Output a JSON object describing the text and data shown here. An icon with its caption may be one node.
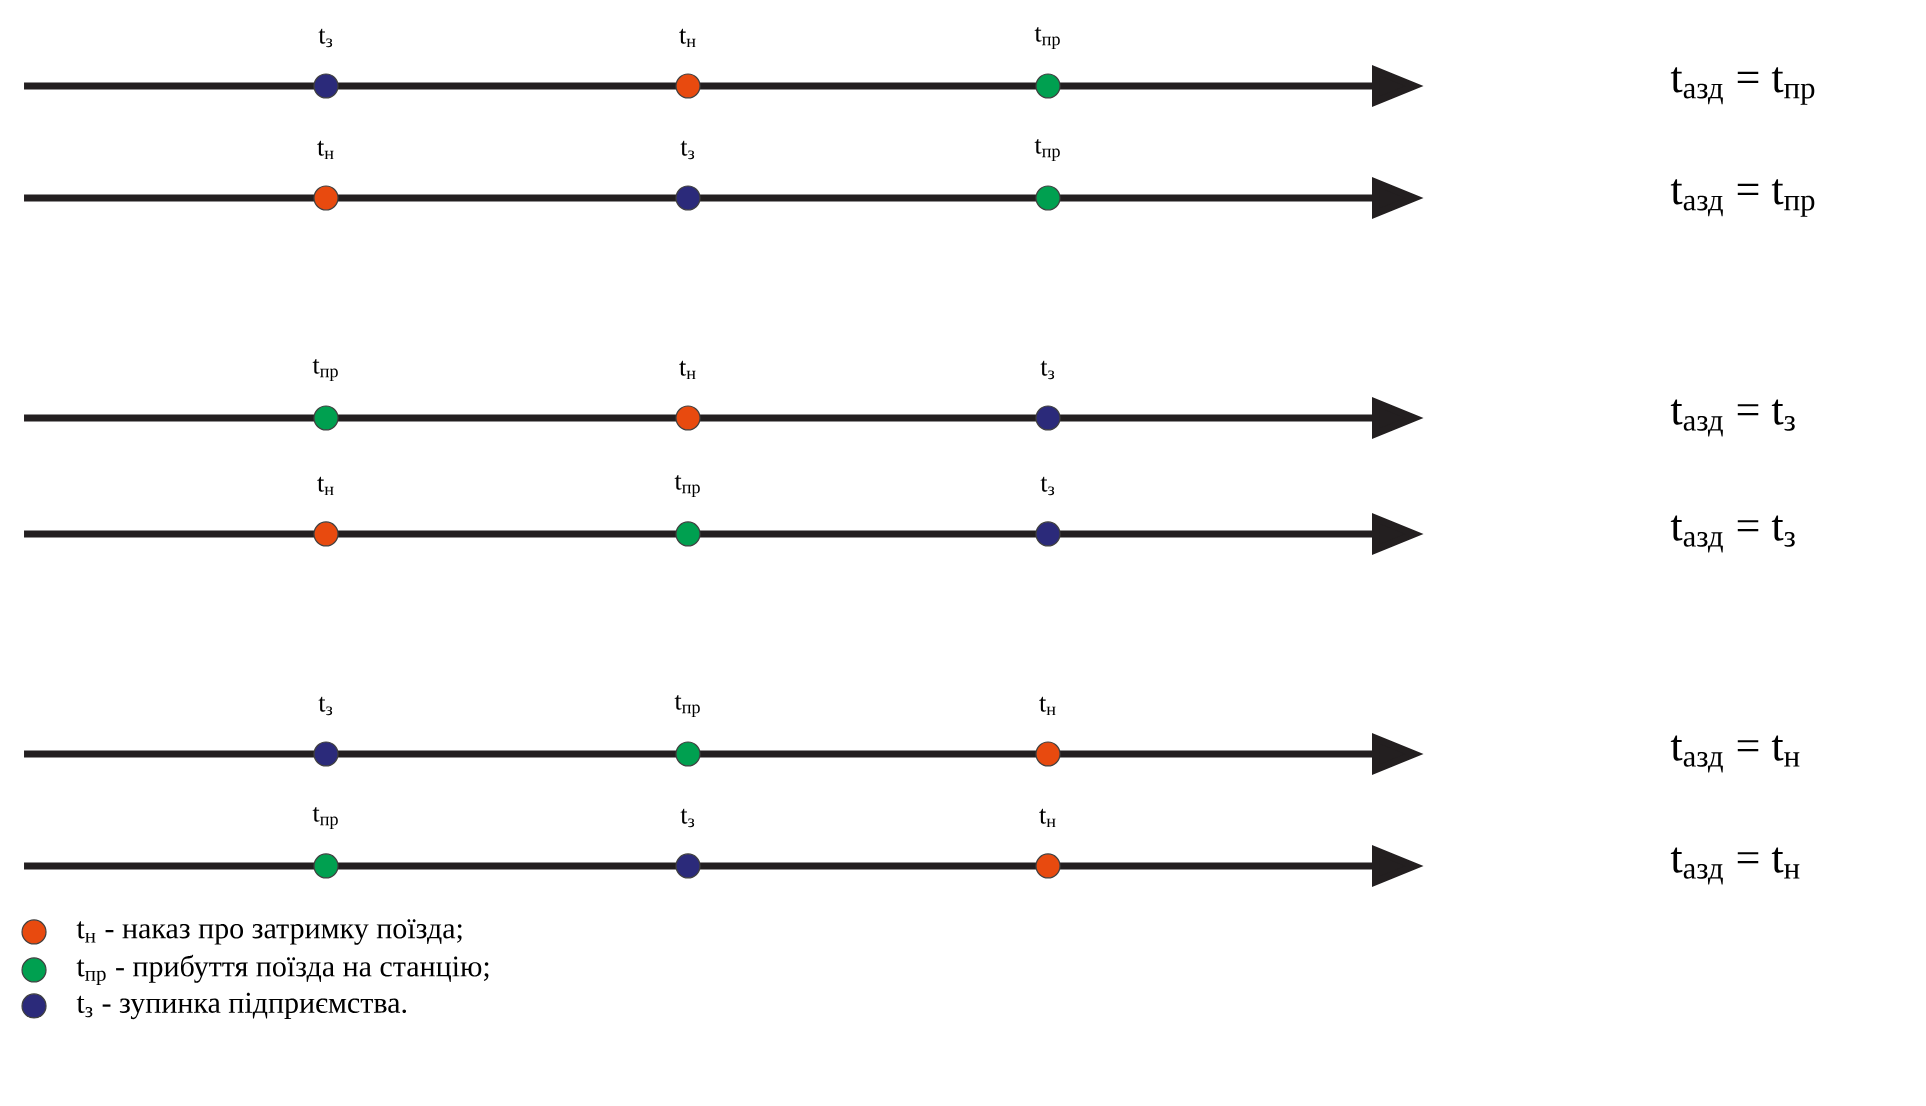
{
  "diagram": {
    "labels": [
      "t$_{з}$",
      "t$_{н}$",
      "t$_{пр}$",
      "t$_{азд}$ = t$_{пр}$",
      "t$_{н}$",
      "t$_{з}$",
      "t$_{пр}$",
      "t$_{азд}$ = t$_{пр}$",
      "t$_{пр}$",
      "t$_{н}$",
      "t$_{з}$",
      "t$_{азд}$ = t$_{з}$",
      "t$_{н}$",
      "t$_{пр}$",
      "t$_{з}$",
      "t$_{азд}$ = t$_{з}$",
      "t$_{з}$",
      "t$_{пр}$",
      "t$_{н}$",
      "t$_{азд}$ = t$_{н}$",
      "t$_{пр}$",
      "t$_{з}$",
      "t$_{н}$",
      "t$_{азд}$ = t$_{н}$"
    ],
    "legend": [
      {
        "text": "t$_{н}$ - наказ про затримку поїзда;",
        "color": "#e84a0f"
      },
      {
        "text": "t$_{пр}$ - прибуття поїзда на станцію;",
        "color": "#00a050"
      },
      {
        "text": "t$_{з}$ - зупинка підприємства.",
        "color": "#2b2a7a"
      }
    ]
  }
}
